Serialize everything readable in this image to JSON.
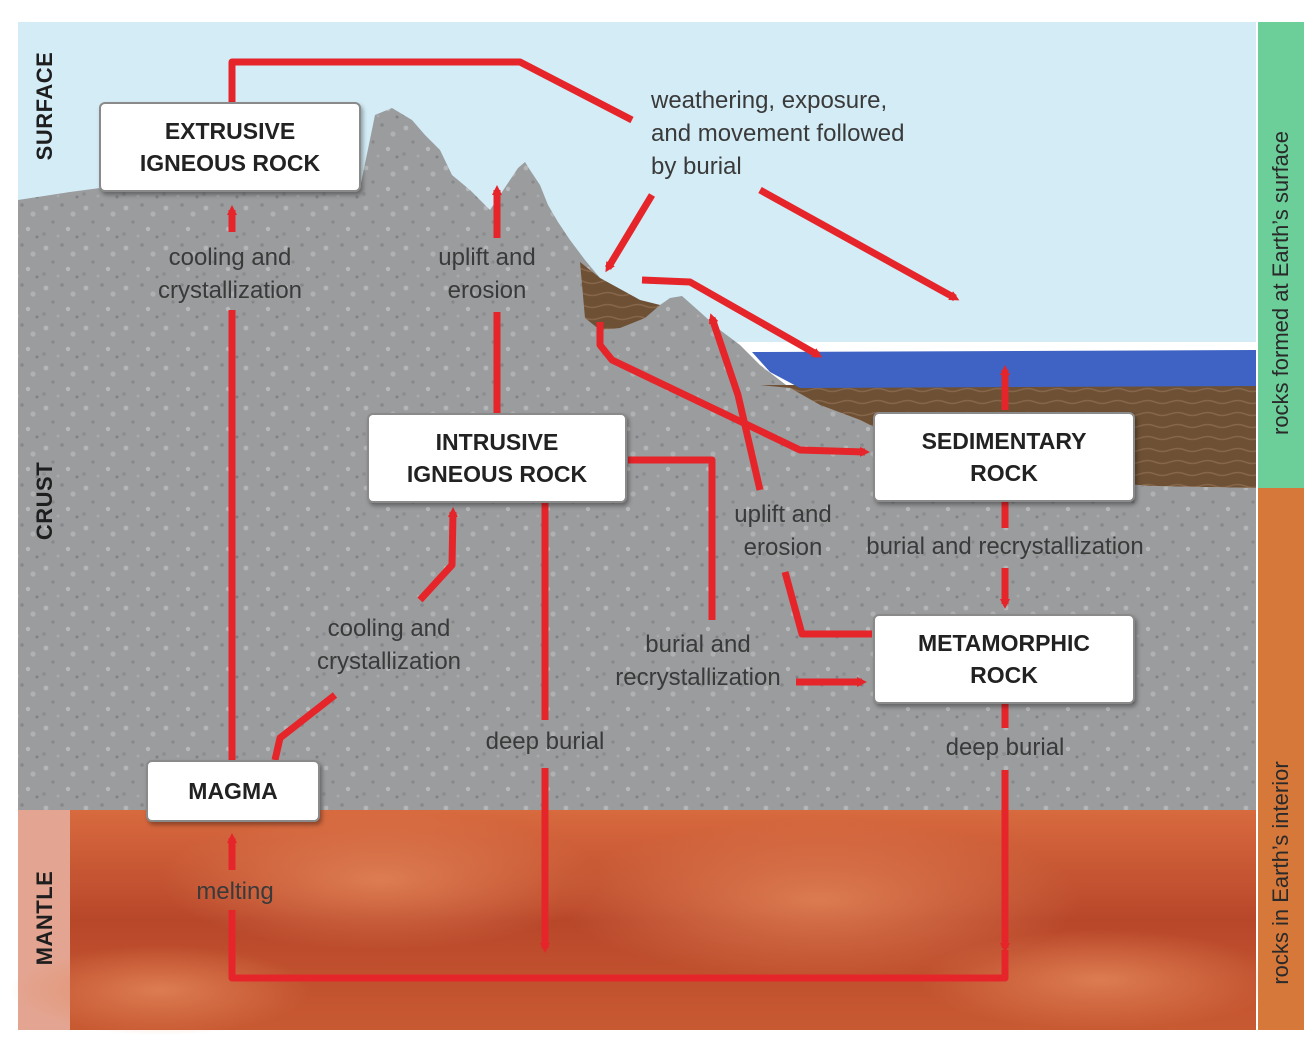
{
  "layers": {
    "surface": "SURFACE",
    "crust": "CRUST",
    "mantle": "MANTLE"
  },
  "side_labels": {
    "surface_rocks": "rocks formed at Earth’s surface",
    "interior_rocks": "rocks in Earth’s interior"
  },
  "boxes": {
    "extrusive": [
      "EXTRUSIVE",
      "IGNEOUS ROCK"
    ],
    "intrusive": [
      "INTRUSIVE",
      "IGNEOUS ROCK"
    ],
    "sedimentary": [
      "SEDIMENTARY",
      "ROCK"
    ],
    "metamorphic": [
      "METAMORPHIC",
      "ROCK"
    ],
    "magma": "MAGMA"
  },
  "labels": {
    "weathering": [
      "weathering, exposure,",
      "and movement followed",
      "by burial"
    ],
    "cooling_top": [
      "cooling and",
      "crystallization"
    ],
    "uplift_top": [
      "uplift and",
      "erosion"
    ],
    "uplift_mid": [
      "uplift and",
      "erosion"
    ],
    "burial_recryst_right": "burial and recrystallization",
    "cooling_mid": [
      "cooling and",
      "crystallization"
    ],
    "burial_recryst_mid": [
      "burial and",
      "recrystallization"
    ],
    "deep_burial_left": "deep burial",
    "deep_burial_right": "deep burial",
    "melting": "melting"
  },
  "colors": {
    "sky": "#d3ecf6",
    "crust": "#9a9c9e",
    "mantle": "#c9512b",
    "water": "#3f63c4",
    "sediment": "#6e5034",
    "arrow": "#e6252a",
    "surface_band": "#6ccf9a",
    "interior_band": "#d5783a"
  }
}
